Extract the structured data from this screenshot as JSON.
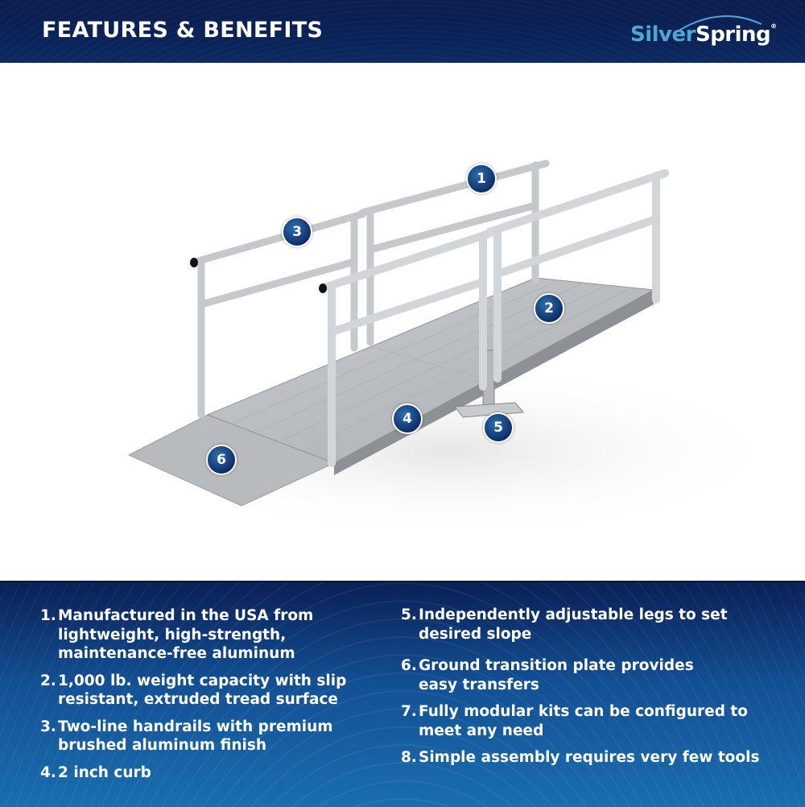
{
  "header": {
    "title": "FEATURES & BENEFITS",
    "logo_text_part1": "Silver",
    "logo_text_part2": "Spring",
    "logo_mark": "®"
  },
  "markers": [
    "1",
    "2",
    "3",
    "4",
    "5",
    "6"
  ],
  "features": [
    {
      "num": "1.",
      "text": "Manufactured in the USA from lightweight, high-strength, maintenance-free aluminum"
    },
    {
      "num": "2.",
      "text": "1,000 lb. weight capacity with slip resistant, extruded tread surface"
    },
    {
      "num": "3.",
      "text": "Two-line handrails with premium brushed aluminum finish"
    },
    {
      "num": "4.",
      "text": "2 inch curb"
    },
    {
      "num": "5.",
      "text": "Independently adjustable legs to set desired slope"
    },
    {
      "num": "6.",
      "text": "Ground transition plate provides easy transfers"
    },
    {
      "num": "7.",
      "text": "Fully modular kits can be configured to meet any need"
    },
    {
      "num": "8.",
      "text": "Simple assembly requires very few tools"
    }
  ],
  "colors": {
    "navy": "#0c1d4d",
    "blue": "#1a6eae",
    "logo_blue": "#4fa6d3"
  }
}
